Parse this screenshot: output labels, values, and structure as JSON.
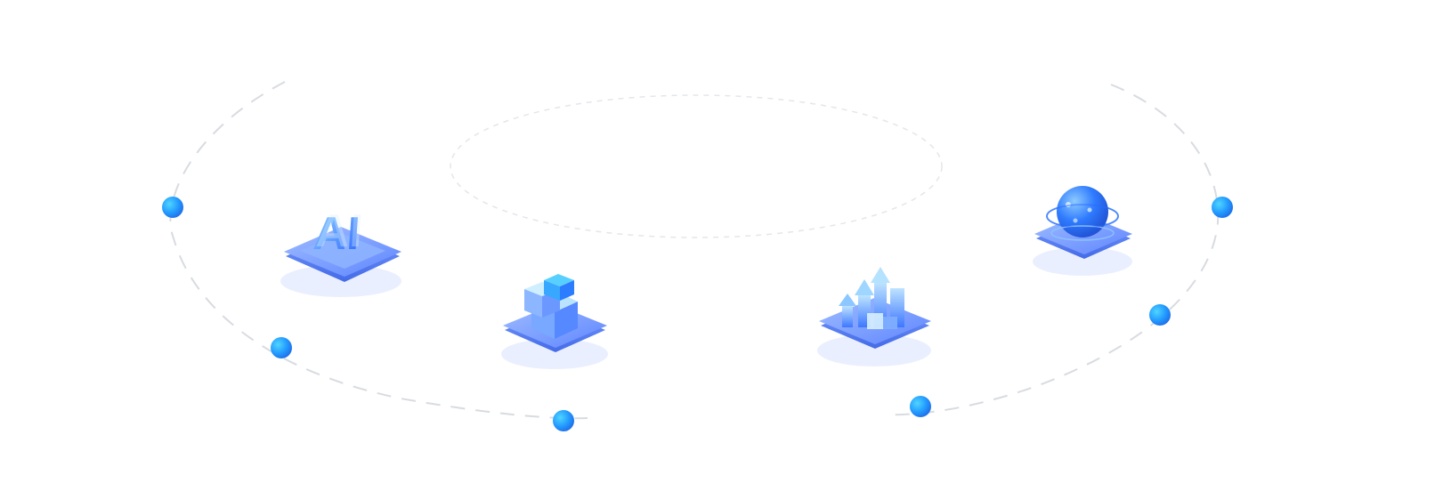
{
  "colors": {
    "background": "#ffffff",
    "orbit_line": "#d6d9de",
    "node_light": "#35c8ff",
    "node_dark": "#1f6fe8",
    "platform_top": "#7aa6ff",
    "platform_side": "#3d6df2",
    "accent_blue": "#2f74ff",
    "accent_light": "#9fd0ff"
  },
  "icons": [
    {
      "name": "ai-platform-icon",
      "label_text": "AI"
    },
    {
      "name": "cube-stack-icon"
    },
    {
      "name": "city-growth-icon"
    },
    {
      "name": "planet-icon"
    }
  ],
  "orbit_nodes": [
    {
      "name": "orbit-node-1"
    },
    {
      "name": "orbit-node-2"
    },
    {
      "name": "orbit-node-3"
    },
    {
      "name": "orbit-node-4"
    },
    {
      "name": "orbit-node-5"
    },
    {
      "name": "orbit-node-6"
    }
  ]
}
